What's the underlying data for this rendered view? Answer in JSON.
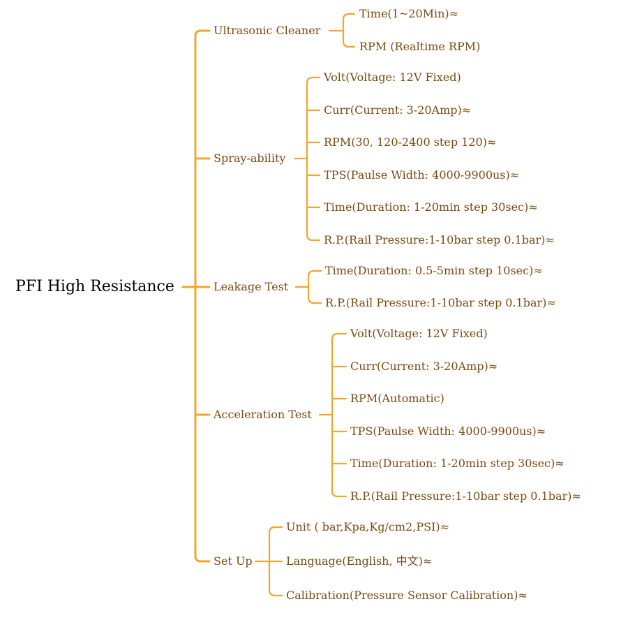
{
  "colors": {
    "line": "#f4a52c",
    "text": "#7a4a12",
    "root_text": "#000000"
  },
  "root": "PFI High Resistance",
  "branches": [
    {
      "label": "Ultrasonic Cleaner",
      "children": [
        "Time(1~20Min)≈",
        "RPM (Realtime RPM)"
      ]
    },
    {
      "label": "Spray-ability",
      "children": [
        "Volt(Voltage: 12V Fixed)",
        "Curr(Current: 3-20Amp)≈",
        "RPM(30, 120-2400 step 120)≈",
        "TPS(Paulse Width: 4000-9900us)≈",
        "Time(Duration: 1-20min step 30sec)≈",
        "R.P.(Rail Pressure:1-10bar step 0.1bar)≈"
      ]
    },
    {
      "label": "Leakage Test",
      "children": [
        "Time(Duration: 0.5-5min step 10sec)≈",
        "R.P.(Rail Pressure:1-10bar step 0.1bar)≈"
      ]
    },
    {
      "label": "Acceleration Test",
      "children": [
        "Volt(Voltage: 12V Fixed)",
        "Curr(Current: 3-20Amp)≈",
        "RPM(Automatic)",
        "TPS(Paulse Width: 4000-9900us)≈",
        "Time(Duration: 1-20min step 30sec)≈",
        "R.P.(Rail Pressure:1-10bar step 0.1bar)≈"
      ]
    },
    {
      "label": "Set Up",
      "children": [
        "Unit ( bar,Kpa,Kg/cm2,PSI)≈",
        "Language(English, 中文)≈",
        "Calibration(Pressure Sensor Calibration)≈"
      ]
    }
  ]
}
